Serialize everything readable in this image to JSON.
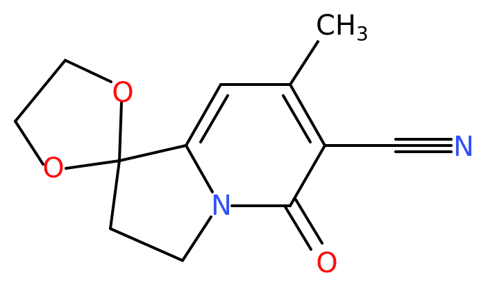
{
  "molecule": {
    "atoms": {
      "o_upper": {
        "symbol": "O",
        "color": "#ff0d0d"
      },
      "o_lower": {
        "symbol": "O",
        "color": "#ff0d0d"
      },
      "n_ring": {
        "symbol": "N",
        "color": "#3050f8"
      },
      "o_carbonyl": {
        "symbol": "O",
        "color": "#ff0d0d"
      },
      "n_nitrile": {
        "symbol": "N",
        "color": "#3050f8"
      },
      "methyl": {
        "symbol": "CH",
        "subscript": "3",
        "color": "#000000"
      }
    },
    "bond_color": "#000000"
  }
}
